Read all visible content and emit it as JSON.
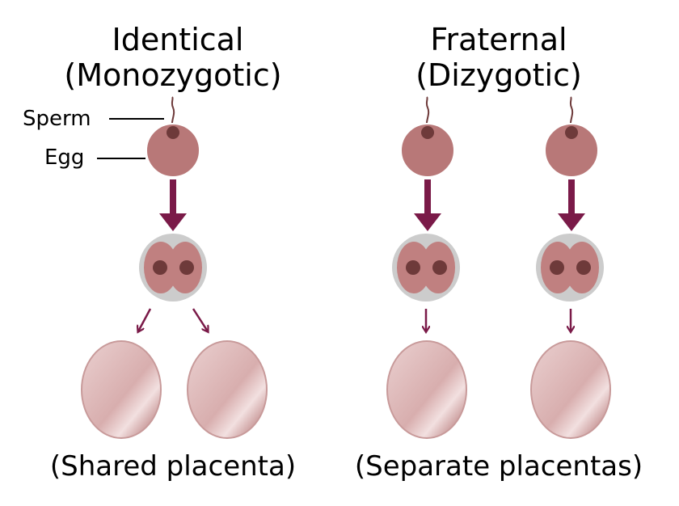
{
  "identical": {
    "title": "Identical",
    "subtitle": "(Monozygotic)",
    "caption": "(Shared placenta)"
  },
  "fraternal": {
    "title": "Fraternal",
    "subtitle": "(Dizygotic)",
    "caption": "(Separate placentas)"
  },
  "labels": {
    "sperm": "Sperm",
    "egg": "Egg"
  },
  "colors": {
    "egg": "#b87878",
    "egg_outline": "#ffffff",
    "nucleus": "#6e3a3a",
    "arrow": "#7a1a48",
    "zygote_bg": "#cccccc",
    "cell": "#c08080",
    "placenta_light": "#e8c8c8",
    "placenta_dark": "#a05a5a",
    "placenta_outline": "#c89a9a"
  }
}
